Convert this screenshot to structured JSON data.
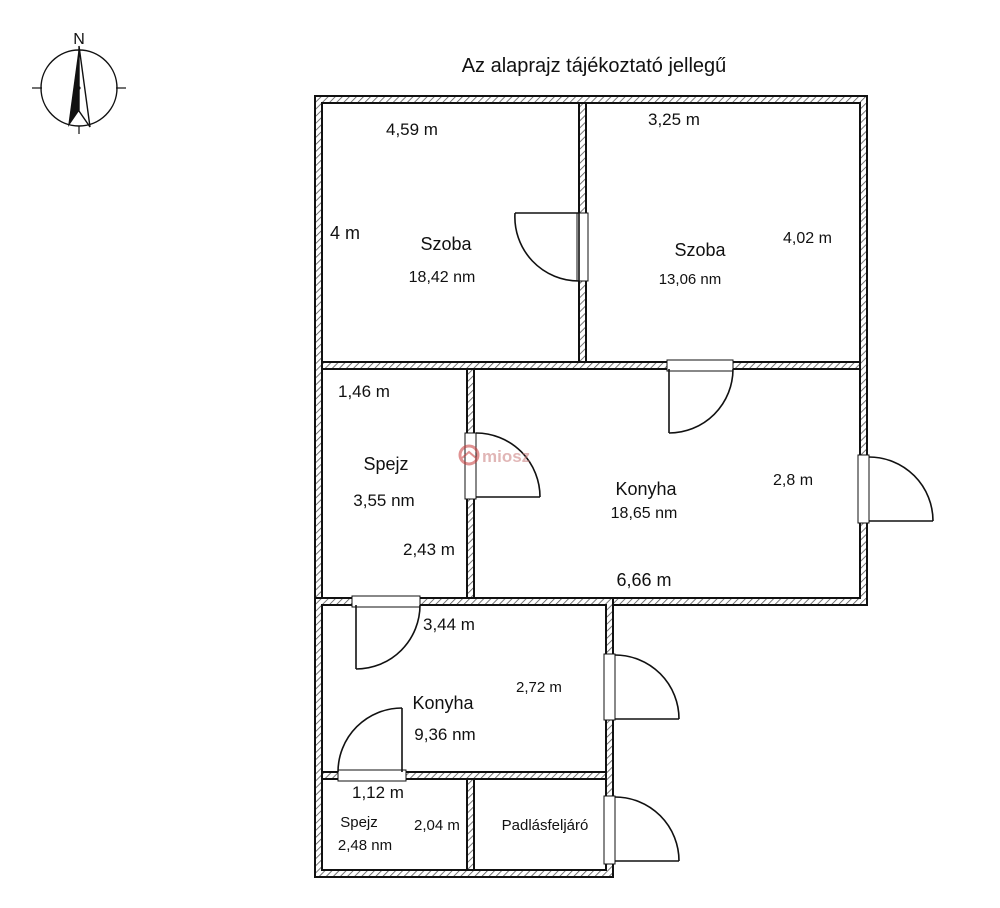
{
  "title": "Az alaprajz tájékoztató jellegű",
  "compass": {
    "label": "N",
    "icon": "north-arrow-icon"
  },
  "watermark": {
    "text": "miosz",
    "color": "#c73a3a"
  },
  "colors": {
    "wall": "#111111",
    "hatch": "#666666",
    "background": "#ffffff"
  },
  "rooms": {
    "szoba1": {
      "name": "Szoba",
      "area": "18,42 nm",
      "width": "4,59 m",
      "height": "4 m"
    },
    "szoba2": {
      "name": "Szoba",
      "area": "13,06 nm",
      "width": "3,25 m",
      "height": "4,02 m"
    },
    "spejz1": {
      "name": "Spejz",
      "area": "3,55 nm",
      "width": "1,46 m",
      "height": "2,43 m"
    },
    "konyha1": {
      "name": "Konyha",
      "area": "18,65 nm",
      "width": "6,66 m",
      "height": "2,8 m"
    },
    "konyha2": {
      "name": "Konyha",
      "area": "9,36 nm",
      "width": "3,44 m",
      "height": "2,72 m"
    },
    "spejz2": {
      "name": "Spejz",
      "area": "2,48 nm",
      "width": "1,12 m",
      "height": "2,04 m"
    },
    "padlas": {
      "name": "Padlásfeljáró"
    }
  }
}
